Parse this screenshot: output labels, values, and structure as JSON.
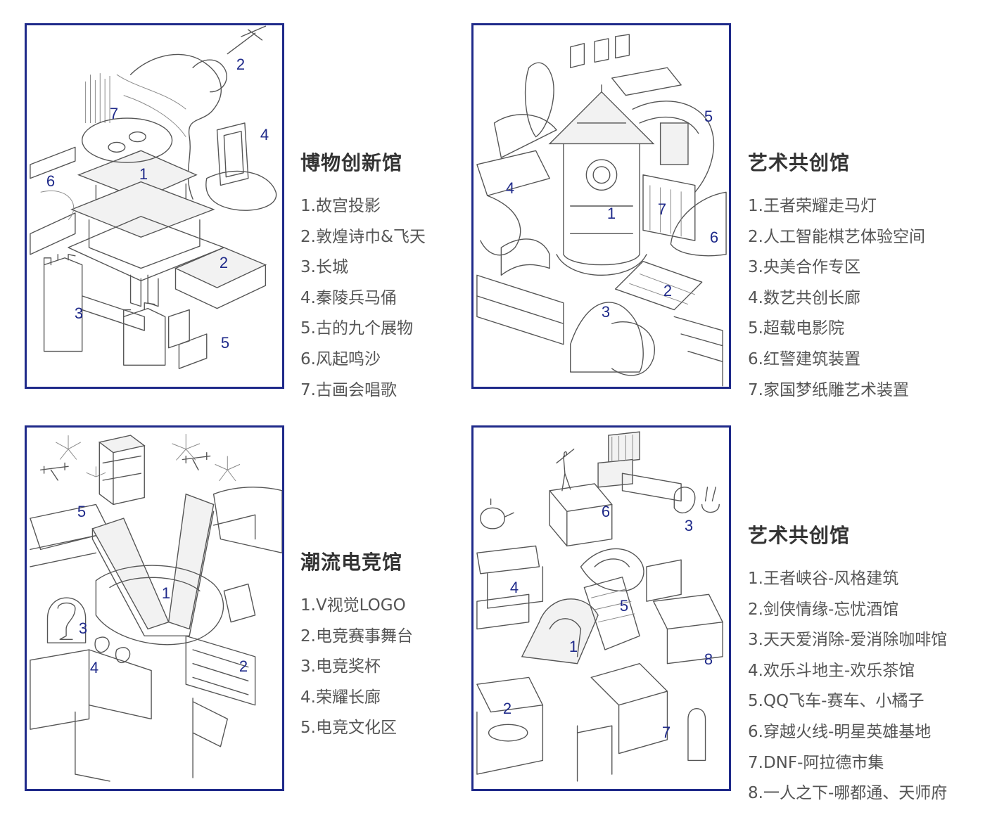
{
  "sections": [
    {
      "title": "博物创新馆",
      "items": [
        "1.故宫投影",
        "2.敦煌诗巾&飞天",
        "3.长城",
        "4.秦陵兵马俑",
        "5.古的九个展物",
        "6.风起鸣沙",
        "7.古画会唱歌"
      ],
      "markers": [
        "1",
        "2",
        "2",
        "3",
        "4",
        "5",
        "6",
        "7"
      ]
    },
    {
      "title": "艺术共创馆",
      "items": [
        "1.王者荣耀走马灯",
        "2.人工智能棋艺体验空间",
        "3.央美合作专区",
        "4.数艺共创长廊",
        "5.超载电影院",
        "6.红警建筑装置",
        "7.家国梦纸雕艺术装置"
      ],
      "markers": [
        "1",
        "2",
        "3",
        "4",
        "5",
        "6",
        "7"
      ]
    },
    {
      "title": "潮流电竞馆",
      "items": [
        "1.V视觉LOGO",
        "2.电竞赛事舞台",
        "3.电竞奖杯",
        "4.荣耀长廊",
        "5.电竞文化区"
      ],
      "markers": [
        "1",
        "2",
        "3",
        "4",
        "5"
      ]
    },
    {
      "title": "艺术共创馆",
      "items": [
        "1.王者峡谷-风格建筑",
        "2.剑侠情缘-忘忧酒馆",
        "3.天天爱消除-爱消除咖啡馆",
        "4.欢乐斗地主-欢乐茶馆",
        "5.QQ飞车-赛车、小橘子",
        "6.穿越火线-明星英雄基地",
        "7.DNF-阿拉德市集",
        "8.一人之下-哪都通、天师府"
      ],
      "markers": [
        "1",
        "2",
        "3",
        "4",
        "5",
        "6",
        "7",
        "8"
      ]
    }
  ],
  "colors": {
    "frame": "#1f2a8a",
    "marker": "#1f2a8a",
    "title": "#333333",
    "item": "#555555"
  }
}
